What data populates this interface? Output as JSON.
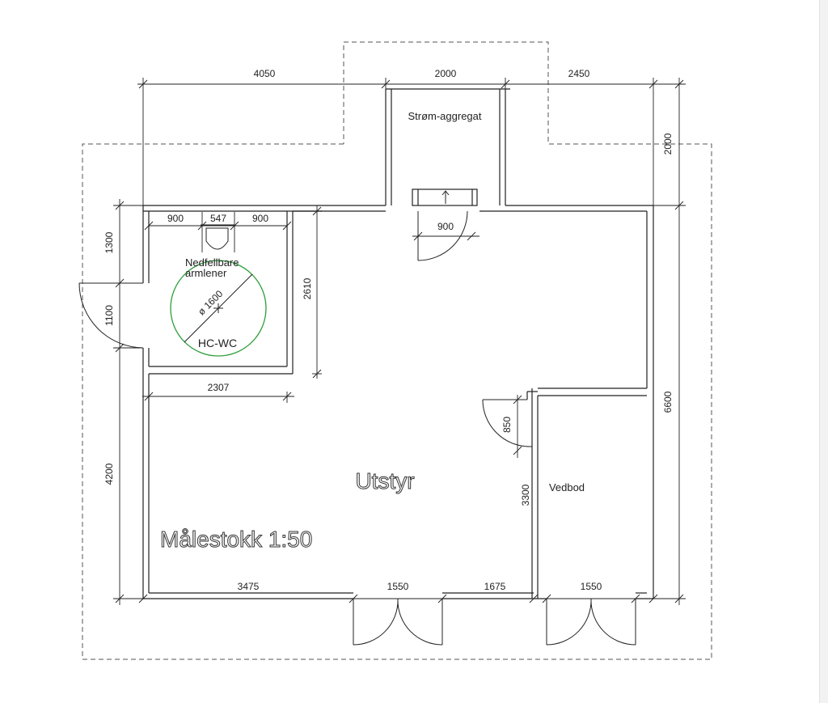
{
  "dimensions": {
    "top_left": "4050",
    "top_middle": "2000",
    "top_right": "2450",
    "right_upper": "2000",
    "right_main": "6600",
    "left_upper": "1300",
    "left_door": "1100",
    "left_lower": "4200",
    "wc_left": "900",
    "wc_middle": "547",
    "wc_right": "900",
    "wc_height": "2610",
    "wc_width": "2307",
    "top_door": "900",
    "inner_door": "850",
    "vedbod_height": "3300",
    "bottom_1": "3475",
    "bottom_2": "1550",
    "bottom_3": "1675",
    "bottom_4": "1550",
    "circle_diameter": "ø 1600"
  },
  "labels": {
    "generator": "Strøm-aggregat",
    "armrest_line1": "Nedfellbare",
    "armrest_line2": "armlener",
    "wc": "HC-WC",
    "main_room": "Utstyr",
    "shed": "Vedbod",
    "scale": "Målestokk 1:50"
  },
  "colors": {
    "line": "#222222",
    "dashed": "#555555",
    "circle": "#2e9e3a"
  }
}
